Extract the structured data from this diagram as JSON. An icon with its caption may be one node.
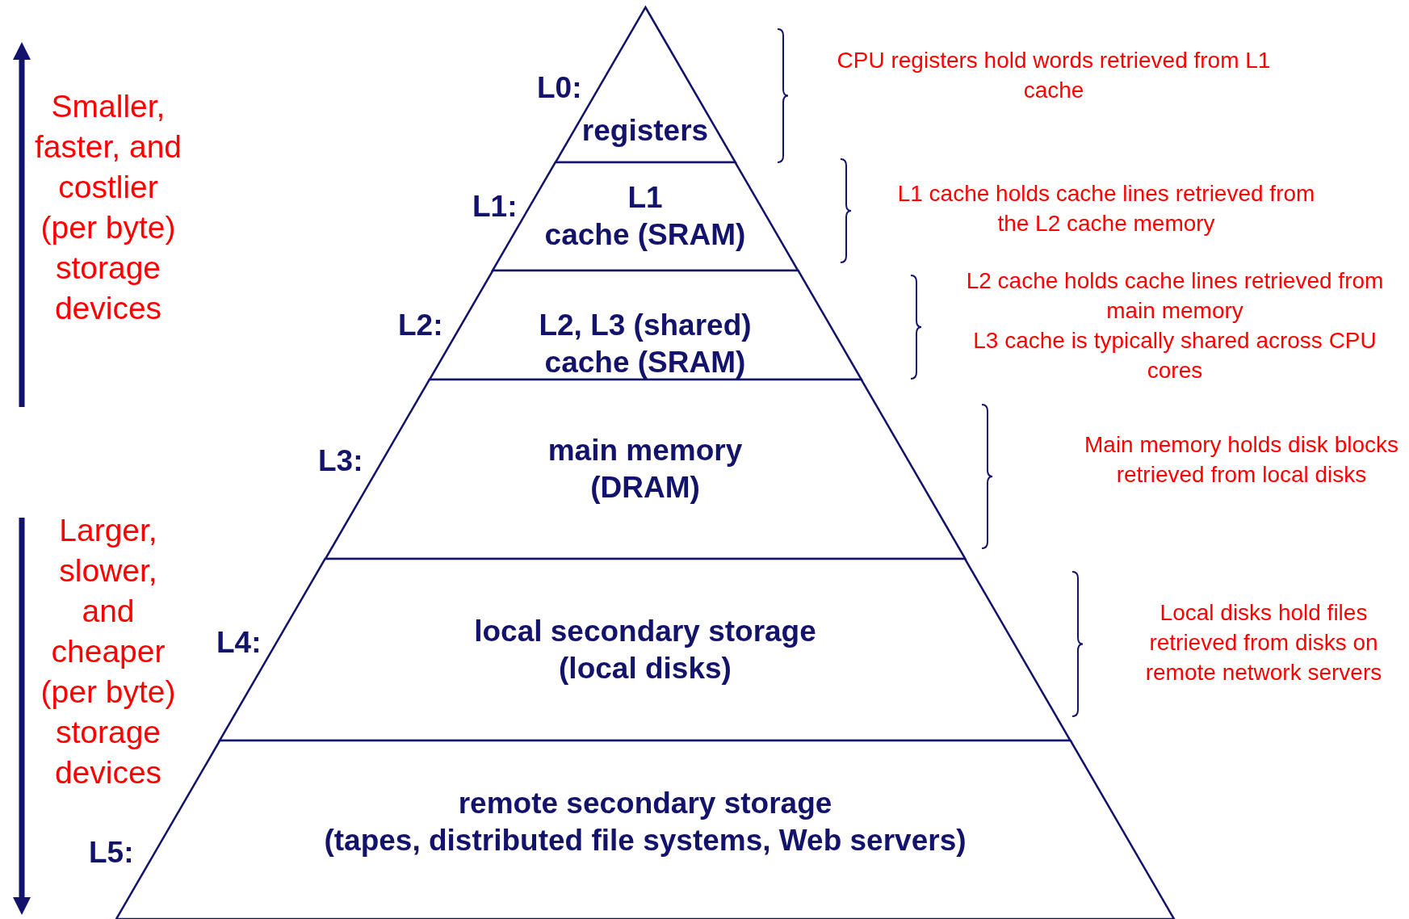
{
  "diagram": {
    "nodes": [
      {
        "text": [
          "registers"
        ],
        "beside": [
          "L0:"
        ]
      },
      {
        "text": [
          "L1",
          "cache (SRAM)"
        ],
        "beside": [
          "L1:"
        ]
      },
      {
        "text": [
          "L2, L3 (shared) cache (SRAM)"
        ],
        "beside": [
          "L2:"
        ]
      },
      {
        "text": [
          "main memory",
          "(DRAM)"
        ],
        "beside": [
          "L3:"
        ]
      },
      {
        "text": [
          "local secondary storage",
          "(local disks)"
        ],
        "beside": [
          "L4:"
        ]
      },
      {
        "text": [
          "remote secondary storage",
          "(tapes, distributed file systems, Web servers)"
        ],
        "beside": [
          "L5:"
        ]
      }
    ],
    "edges": [],
    "labels": [
      "Smaller, faster, and costlier (per byte) storage devices",
      "CPU registers hold words retrieved from L1 cache",
      "L1 cache holds cache lines retrieved from the L2 cache memory",
      "L2 cache holds cache lines retrieved from main memory",
      "L3 cache is typically shared across CPU cores",
      "Main memory holds disk blocks retrieved from local disks",
      "Larger, slower, and cheaper (per byte) storage devices",
      "Local disks hold files retrieved from disks on remote network servers"
    ]
  }
}
